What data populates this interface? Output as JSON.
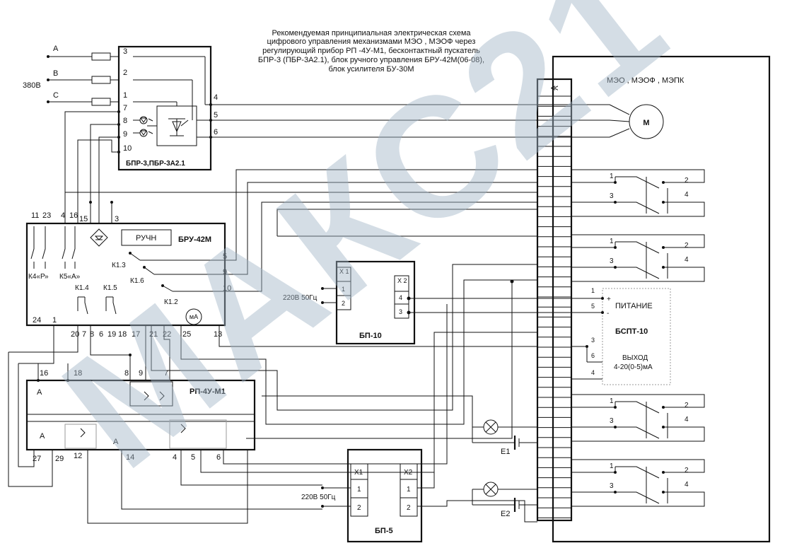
{
  "title": {
    "line1": "Рекомендуемая принципиальная  электрическая схема",
    "line2": "цифрового управления механизмами МЭО  , МЭОФ через",
    "line3": "регулирующий прибор РП -4У-М1, бесконтактный пускатель",
    "line4": "БПР-3 (ПБР-3А2.1), блок ручного  управления  БРУ-42М(06-08),",
    "line5": "блок усилителя  БУ-30М"
  },
  "supply": {
    "phase_a": "A",
    "phase_b": "B",
    "phase_c": "C",
    "voltage": "380В"
  },
  "bpr": {
    "name": "БПР-3,ПБР-3А2.1",
    "pins_left": [
      "3",
      "2",
      "1",
      "7",
      "8",
      "9",
      "10"
    ],
    "pins_right": [
      "4",
      "5",
      "6"
    ]
  },
  "actuator": {
    "name": "МЭО , МЭОФ , МЭПК",
    "motor": "M",
    "connector_mark": "≪",
    "switch_labels": [
      "1",
      "2",
      "3",
      "4"
    ]
  },
  "bru": {
    "name": "БРУ-42М",
    "manual": "РУЧН",
    "top_pins": [
      "11",
      "23",
      "4",
      "16",
      "15",
      "3"
    ],
    "right_pins": [
      "5",
      "9",
      "10"
    ],
    "bottom_pins": [
      "24",
      "1",
      "20",
      "7",
      "8",
      "6",
      "19",
      "18",
      "17",
      "21",
      "22",
      "25",
      "13"
    ],
    "k4": "К4«Р»",
    "k5": "К5«А»",
    "k13": "К1.3",
    "k14": "К1.4",
    "k15": "К1.5",
    "k16": "К1.6",
    "k12": "К1.2",
    "meter": "мА"
  },
  "rp": {
    "name": "РП-4У-М1",
    "top_pins": [
      "16",
      "18",
      "8",
      "9",
      "7"
    ],
    "bottom_pins": [
      "27",
      "29",
      "12",
      "14",
      "4",
      "5",
      "6"
    ],
    "channel_a": "A"
  },
  "bp10": {
    "name": "БП-10",
    "supply": "220В 50Гц",
    "x1": "X 1",
    "x1_pins": [
      "1",
      "2"
    ],
    "x2": "X 2",
    "x2_pins": [
      "4",
      "3"
    ]
  },
  "bp5": {
    "name": "БП-5",
    "supply": "220В 50Гц",
    "x1": "X1",
    "x1_pins": [
      "1",
      "2"
    ],
    "x2": "X2",
    "x2_pins": [
      "1",
      "2"
    ]
  },
  "bspt": {
    "power": "ПИТАНИЕ",
    "name": "БСПТ-10",
    "output": "ВЫХОД",
    "output_range": "4-20(0-5)мА",
    "pins": [
      "1",
      "5",
      "3",
      "6",
      "4"
    ],
    "plus": "+",
    "minus": "-"
  },
  "lamps": {
    "e1": "E1",
    "e2": "E2"
  },
  "watermark": "МАКС21"
}
